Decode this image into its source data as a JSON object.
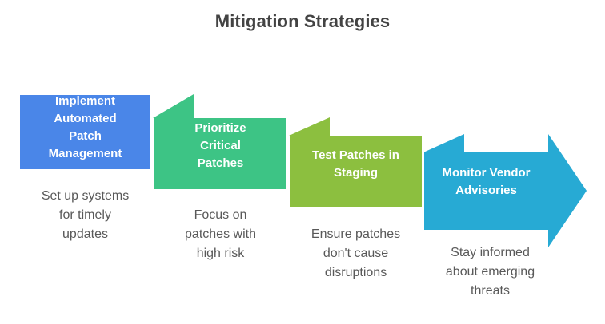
{
  "header": {
    "title": "Mitigation Strategies"
  },
  "diagram": {
    "type": "chevron-process-flow",
    "orientation": "horizontal",
    "step_count": 4,
    "background_color": "#ffffff",
    "title_color": "#434343",
    "caption_color": "#595959",
    "label_color": "#ffffff",
    "steps": [
      {
        "index": 1,
        "label": "Implement\nAutomated\nPatch\nManagement",
        "caption": "Set up systems\nfor timely\nupdates",
        "color": "#4a86e8",
        "name": "implement-automated-patch-management"
      },
      {
        "index": 2,
        "label": "Prioritize\nCritical\nPatches",
        "caption": "Focus on\npatches with\nhigh risk",
        "color": "#3dc485",
        "name": "prioritize-critical-patches"
      },
      {
        "index": 3,
        "label": "Test Patches in\nStaging",
        "caption": "Ensure patches\ndon't cause\ndisruptions",
        "color": "#8cbf3f",
        "name": "test-patches-in-staging"
      },
      {
        "index": 4,
        "label": "Monitor Vendor\nAdvisories",
        "caption": "Stay informed\nabout emerging\nthreats",
        "color": "#27aad4",
        "name": "monitor-vendor-advisories"
      }
    ]
  }
}
